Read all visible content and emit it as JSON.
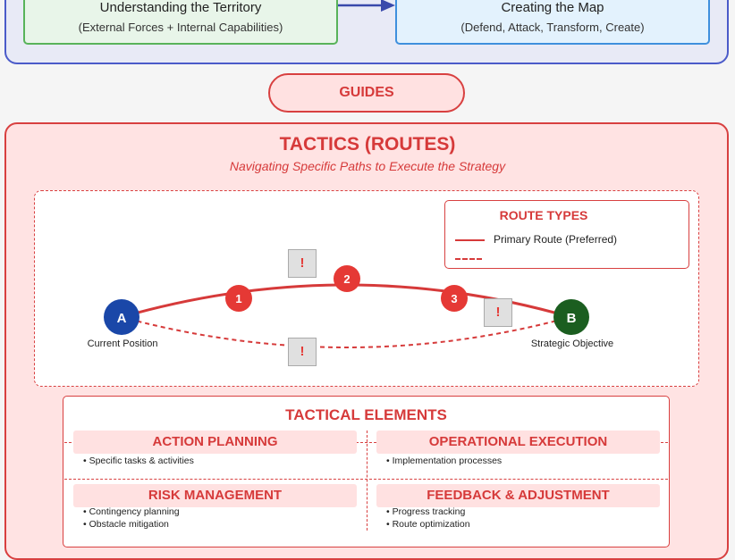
{
  "strategy": {
    "territory": {
      "title": "Understanding the Territory",
      "subtitle": "(External Forces + Internal Capabilities)"
    },
    "map": {
      "title": "Creating the Map",
      "subtitle": "(Defend, Attack, Transform, Create)"
    }
  },
  "guides": {
    "label": "GUIDES"
  },
  "tactics": {
    "title": "TACTICS (ROUTES)",
    "subtitle": "Navigating Specific Paths to Execute the Strategy",
    "route_diagram": {
      "start": {
        "letter": "A",
        "label": "Current Position"
      },
      "end": {
        "letter": "B",
        "label": "Strategic Objective"
      },
      "waypoints": [
        "1",
        "2",
        "3"
      ],
      "obstacle_symbol": "!",
      "legend": {
        "title": "ROUTE TYPES",
        "primary": "Primary Route (Preferred)"
      }
    },
    "elements": {
      "title": "TACTICAL ELEMENTS",
      "action": {
        "title": "ACTION PLANNING",
        "items": [
          "• Specific tasks & activities"
        ]
      },
      "operational": {
        "title": "OPERATIONAL EXECUTION",
        "items": [
          "• Implementation processes"
        ]
      },
      "risk": {
        "title": "RISK MANAGEMENT",
        "items": [
          "• Contingency planning",
          "• Obstacle mitigation"
        ]
      },
      "feedback": {
        "title": "FEEDBACK & ADJUSTMENT",
        "items": [
          "• Progress tracking",
          "• Route optimization"
        ]
      }
    }
  },
  "colors": {
    "accent_red": "#d63a3a",
    "start_node": "#1a47a8",
    "end_node": "#1b5e20",
    "strategy_border": "#4b5bc9"
  }
}
